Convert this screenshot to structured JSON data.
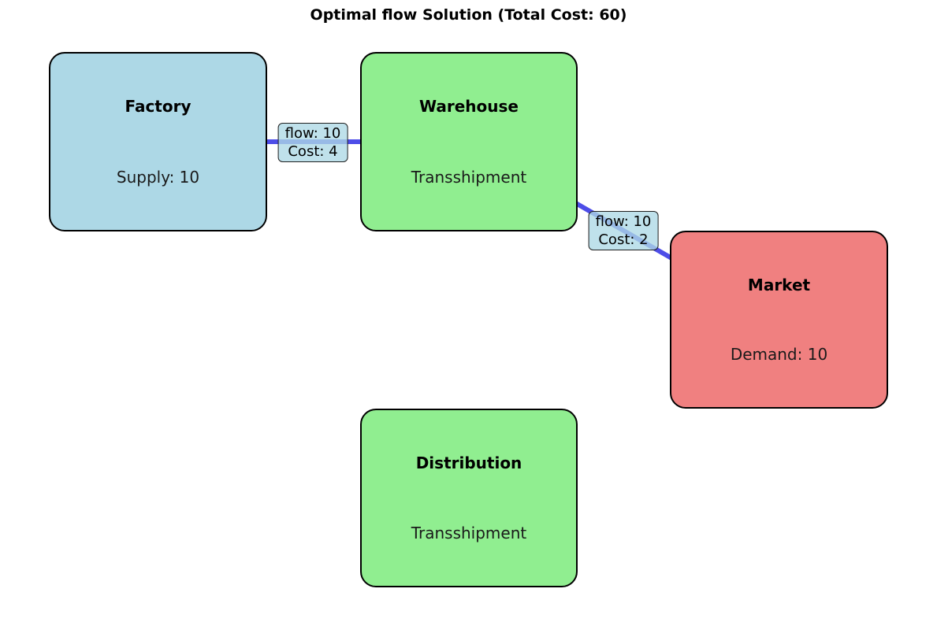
{
  "title": "Optimal flow Solution (Total Cost: 60)",
  "nodes": [
    {
      "label": "Factory",
      "sublabel": "Supply: 10",
      "color": "#ADD8E6"
    },
    {
      "label": "Warehouse",
      "sublabel": "Transshipment",
      "color": "#90EE90"
    },
    {
      "label": "Market",
      "sublabel": "Demand: 10",
      "color": "#F08080"
    },
    {
      "label": "Distribution",
      "sublabel": "Transshipment",
      "color": "#90EE90"
    }
  ],
  "edges": [
    {
      "from": "Factory",
      "to": "Warehouse",
      "flow_label": "flow: 10",
      "cost_label": "Cost: 4",
      "color": "#4D4DE8"
    },
    {
      "from": "Warehouse",
      "to": "Market",
      "flow_label": "flow: 10",
      "cost_label": "Cost: 2",
      "color": "#4D4DE8"
    }
  ],
  "colors": {
    "edge": "#4D4DE8",
    "edge_label_background": "#ADD8E6",
    "node_border": "#000000",
    "background": "#FFFFFF"
  }
}
